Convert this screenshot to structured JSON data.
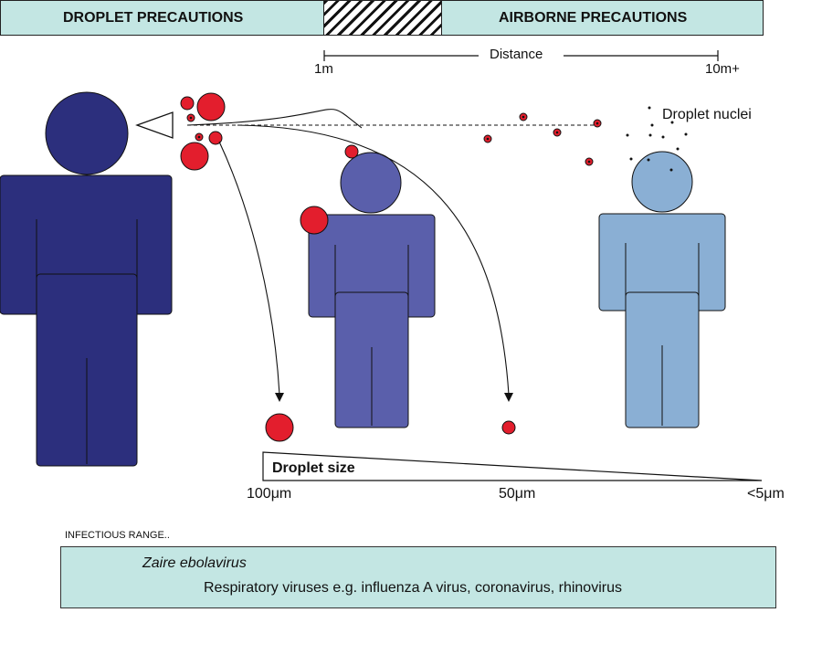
{
  "banner": {
    "left_label": "DROPLET PRECAUTIONS",
    "right_label": "AIRBORNE PRECAUTIONS"
  },
  "distance": {
    "title": "Distance",
    "start": "1m",
    "end": "10m+"
  },
  "droplet_nuclei_label": "Droplet nuclei",
  "droplet_size": {
    "title": "Droplet size",
    "ticks": [
      "100μm",
      "50μm",
      "<5μm"
    ]
  },
  "infectious_range": {
    "heading": "INFECTIOUS RANGE..",
    "rows": [
      {
        "label": "Zaire ebolavirus"
      },
      {
        "label": "Respiratory viruses e.g. influenza A virus, coronavirus, rhinovirus"
      }
    ]
  },
  "colors": {
    "person_dark": "#2c2f7d",
    "person_mid": "#5a5fab",
    "person_light": "#8aafd4",
    "droplet": "#e31e2d",
    "panel": "#c3e6e3"
  }
}
